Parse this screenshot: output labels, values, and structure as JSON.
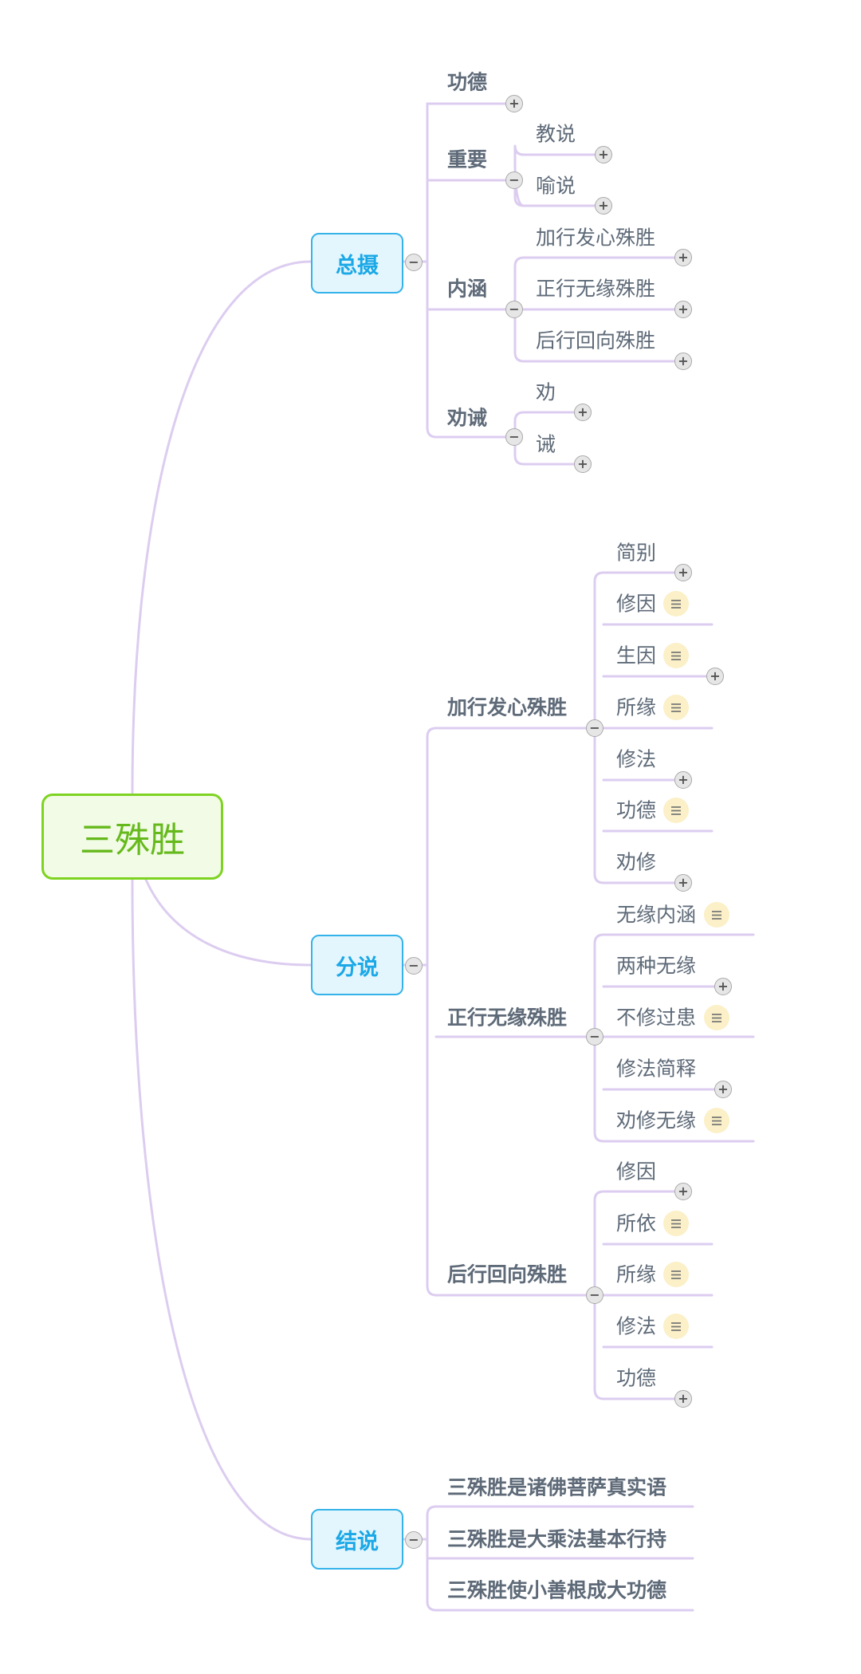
{
  "root": {
    "label": "三殊胜"
  },
  "section1": {
    "label": "总摄",
    "items": [
      {
        "label": "功德"
      },
      {
        "label": "重要",
        "children": [
          "教说",
          "喻说"
        ]
      },
      {
        "label": "内涵",
        "children": [
          "加行发心殊胜",
          "正行无缘殊胜",
          "后行回向殊胜"
        ]
      },
      {
        "label": "劝诫",
        "children": [
          "劝",
          "诫"
        ]
      }
    ]
  },
  "section2": {
    "label": "分说",
    "groups": [
      {
        "label": "加行发心殊胜",
        "children": [
          "简别",
          "修因",
          "生因",
          "所缘",
          "修法",
          "功德",
          "劝修"
        ]
      },
      {
        "label": "正行无缘殊胜",
        "children": [
          "无缘内涵",
          "两种无缘",
          "不修过患",
          "修法简释",
          "劝修无缘"
        ]
      },
      {
        "label": "后行回向殊胜",
        "children": [
          "修因",
          "所依",
          "所缘",
          "修法",
          "功德"
        ]
      }
    ]
  },
  "section3": {
    "label": "结说",
    "items": [
      "三殊胜是诸佛菩萨真实语",
      "三殊胜是大乘法基本行持",
      "三殊胜使小善根成大功德"
    ]
  },
  "colors": {
    "line": "#dccdf0",
    "main_border": "#34b3e9",
    "root_border": "#7ed321",
    "note_bg": "#fbf0c7"
  },
  "icons": {
    "expand": "plus-icon",
    "collapse": "minus-icon",
    "note": "note-icon"
  }
}
